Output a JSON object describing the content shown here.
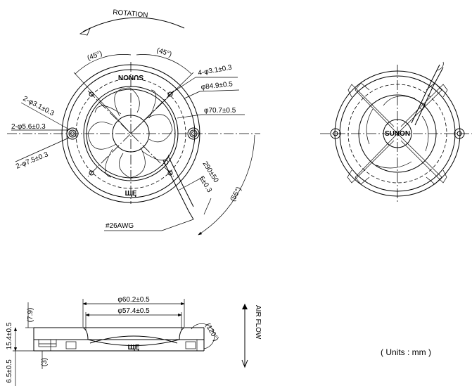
{
  "front_view": {
    "rotation_label": "ROTATION",
    "angle_left": "(45°)",
    "angle_right": "(45°)",
    "hole_spec_4": "4-φ3.1±0.3",
    "outer_dia": "φ84.9±0.5",
    "inner_dia": "φ70.7±0.5",
    "hole_spec_2a": "2-φ3.1±0.3",
    "hole_spec_2b": "2-φ5.6±0.3",
    "hole_spec_2c": "2-φ7.5±0.3",
    "lead_length": "290±50",
    "strip_length": "5±0.3",
    "lead_angle": "(55°)",
    "wire_gauge": "#26AWG",
    "logo_text": "SUNON"
  },
  "rear_view": {
    "logo_text": "SUNON"
  },
  "side_view": {
    "dia_1": "φ60.2±0.5",
    "dia_2": "φ57.4±0.5",
    "height_1": "(7.9)",
    "height_2": "15.4±0.5",
    "height_3": "6.5±0.5",
    "height_4": "(3)",
    "angle": "(120°)",
    "airflow_label": "AIR FLOW"
  },
  "units_note": "( Units : mm )"
}
